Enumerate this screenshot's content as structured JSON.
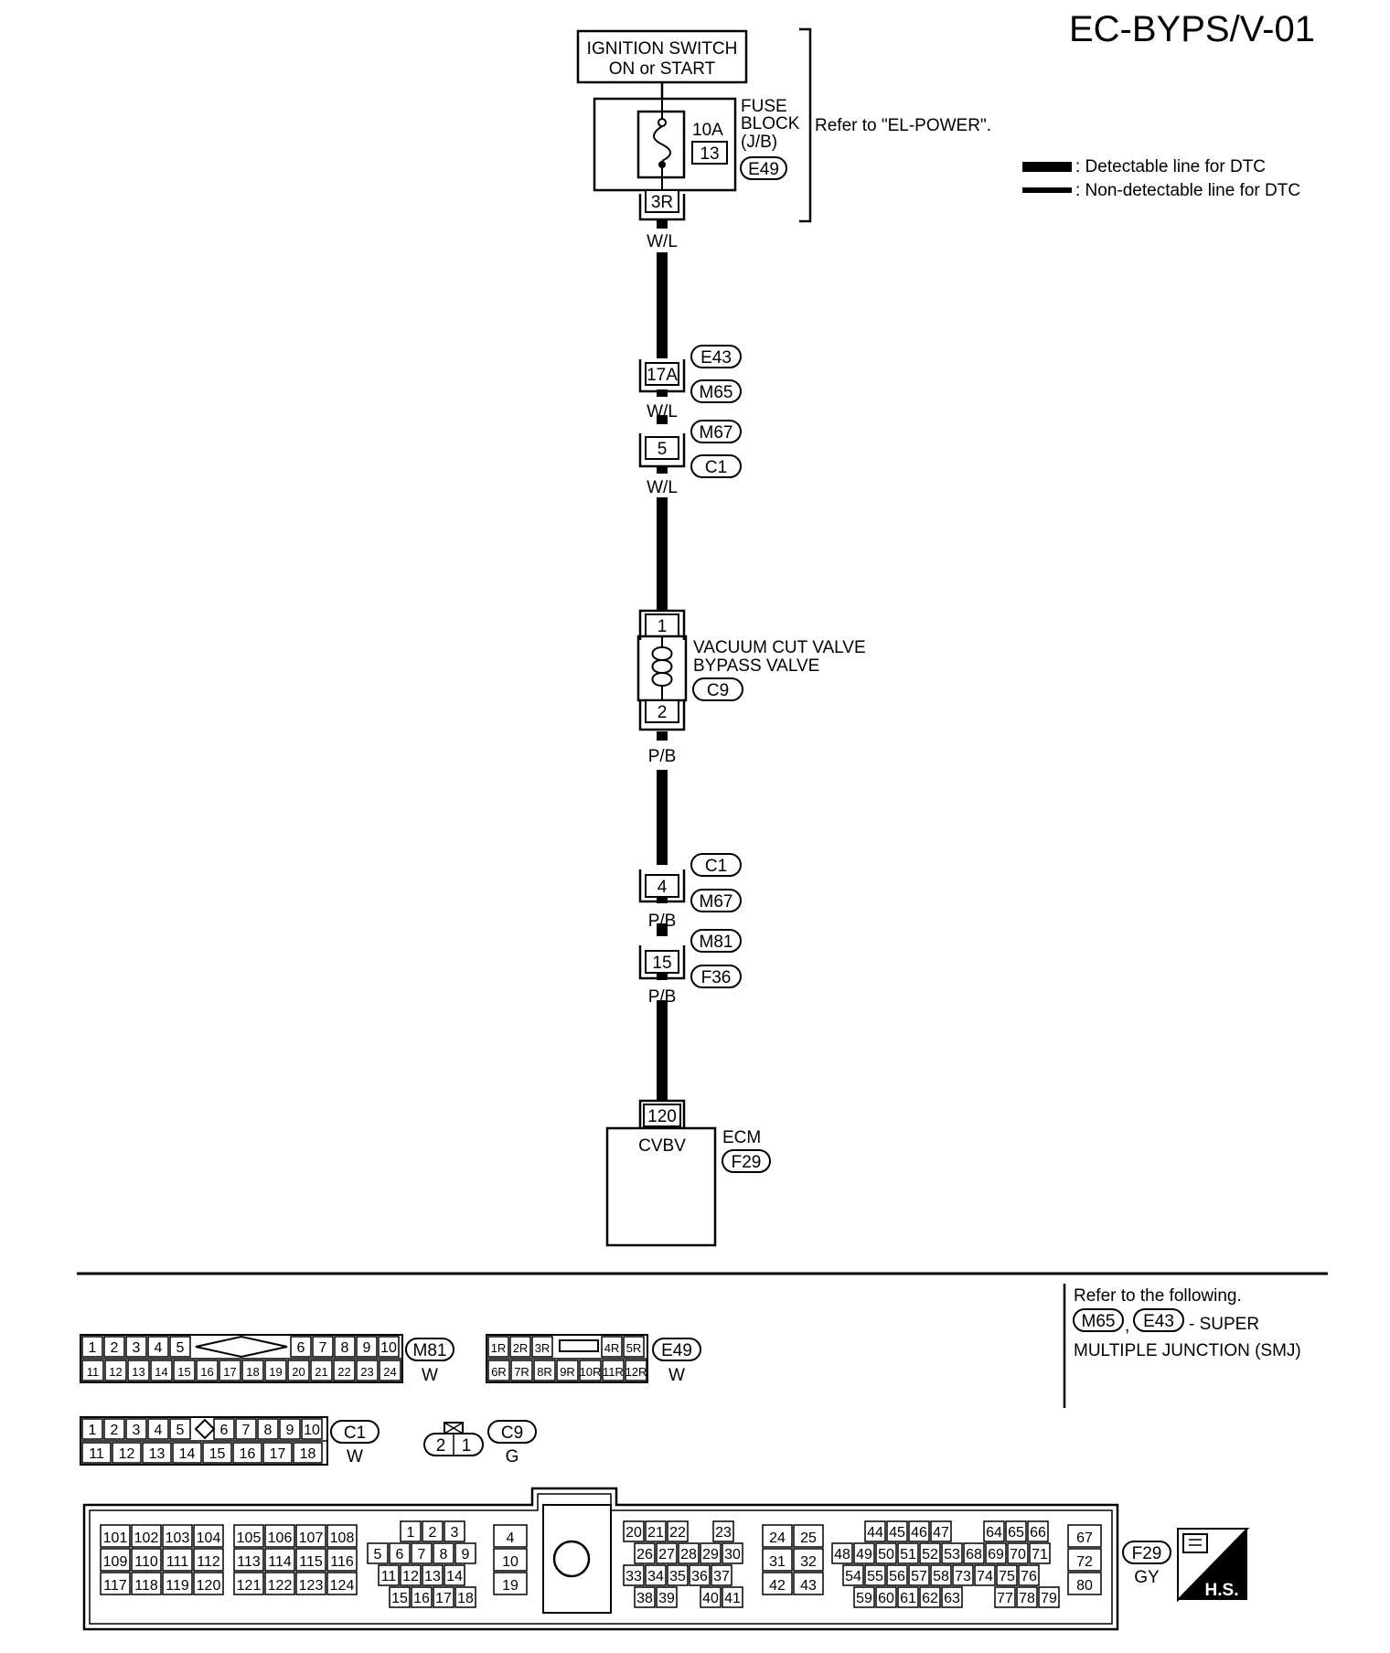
{
  "page_id": "EC-BYPS/V-01",
  "legend": {
    "detectable": ": Detectable line for DTC",
    "non_detectable": ": Non-detectable line for DTC"
  },
  "ignition": {
    "line1": "IGNITION SWITCH",
    "line2": "ON or START"
  },
  "fuse_block": {
    "line1": "FUSE",
    "line2": "BLOCK",
    "line3": "(J/B)",
    "amp": "10A",
    "fuse_no": "13",
    "connector": "E49",
    "terminal": "3R",
    "refer": "Refer to \"EL-POWER\"."
  },
  "wires": {
    "wl": "W/L",
    "pb": "P/B"
  },
  "junctions": [
    {
      "terminal": "17A",
      "upper": "E43",
      "lower": "M65"
    },
    {
      "terminal": "5",
      "upper": "M67",
      "lower": "C1"
    },
    {
      "terminal": "4",
      "upper": "C1",
      "lower": "M67"
    },
    {
      "terminal": "15",
      "upper": "M81",
      "lower": "F36"
    }
  ],
  "valve": {
    "line1": "VACUUM CUT VALVE",
    "line2": "BYPASS VALVE",
    "connector": "C9",
    "pin1": "1",
    "pin2": "2"
  },
  "ecm": {
    "terminal": "120",
    "pin_name": "CVBV",
    "label": "ECM",
    "connector": "F29"
  },
  "refer_box": {
    "line1": "Refer to the following.",
    "conn1": "M65",
    "conn2": "E43",
    "sep": ",",
    "line2": "- SUPER",
    "line3": "MULTIPLE JUNCTION (SMJ)"
  },
  "connectors": {
    "m81": {
      "id": "M81",
      "color": "W",
      "top": [
        "1",
        "2",
        "3",
        "4",
        "5",
        "6",
        "7",
        "8",
        "9",
        "10"
      ],
      "bottom": [
        "11",
        "12",
        "13",
        "14",
        "15",
        "16",
        "17",
        "18",
        "19",
        "20",
        "21",
        "22",
        "23",
        "24"
      ]
    },
    "e49": {
      "id": "E49",
      "color": "W",
      "top": [
        "1R",
        "2R",
        "3R",
        "4R",
        "5R"
      ],
      "bottom": [
        "6R",
        "7R",
        "8R",
        "9R",
        "10R",
        "11R",
        "12R"
      ]
    },
    "c1": {
      "id": "C1",
      "color": "W",
      "top": [
        "1",
        "2",
        "3",
        "4",
        "5",
        "6",
        "7",
        "8",
        "9",
        "10"
      ],
      "bottom": [
        "11",
        "12",
        "13",
        "14",
        "15",
        "16",
        "17",
        "18"
      ]
    },
    "c9": {
      "id": "C9",
      "color": "G",
      "pins": [
        "2",
        "1"
      ]
    },
    "f29": {
      "id": "F29",
      "color": "GY",
      "hs": "H.S.",
      "b1": [
        [
          "101",
          "102",
          "103",
          "104"
        ],
        [
          "109",
          "110",
          "111",
          "112"
        ],
        [
          "117",
          "118",
          "119",
          "120"
        ]
      ],
      "b2": [
        [
          "105",
          "106",
          "107",
          "108"
        ],
        [
          "113",
          "114",
          "115",
          "116"
        ],
        [
          "121",
          "122",
          "123",
          "124"
        ]
      ],
      "b3": [
        [
          "1",
          "2",
          "3"
        ],
        [
          "5",
          "6",
          "7",
          "8",
          "9"
        ],
        [
          "11",
          "12",
          "13",
          "14"
        ],
        [
          "15",
          "16",
          "17",
          "18"
        ]
      ],
      "b4": [
        "4",
        "10",
        "19"
      ],
      "b5": [
        [
          "20",
          "21",
          "22",
          "23"
        ],
        [
          "26",
          "27",
          "28",
          "29",
          "30"
        ],
        [
          "33",
          "34",
          "35",
          "36",
          "37"
        ],
        [
          "38",
          "39",
          "40",
          "41"
        ]
      ],
      "b6": [
        [
          "24",
          "25"
        ],
        [
          "31",
          "32"
        ],
        [
          "42",
          "43"
        ]
      ],
      "b7": [
        [
          "44",
          "45",
          "46",
          "47",
          "64",
          "65",
          "66"
        ],
        [
          "48",
          "49",
          "50",
          "51",
          "52",
          "53",
          "68",
          "69",
          "70",
          "71"
        ],
        [
          "54",
          "55",
          "56",
          "57",
          "58",
          "73",
          "74",
          "75",
          "76"
        ],
        [
          "59",
          "60",
          "61",
          "62",
          "63",
          "77",
          "78",
          "79"
        ]
      ],
      "b8": [
        "67",
        "72",
        "80"
      ]
    }
  }
}
